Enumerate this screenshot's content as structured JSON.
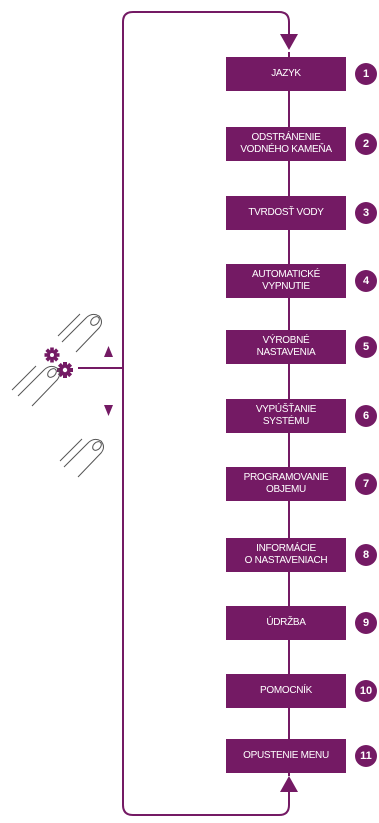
{
  "colors": {
    "accent": "#741a64",
    "line": "#741a64",
    "finger_outline": "#555555"
  },
  "menu": {
    "items": [
      {
        "label": "JAZYK",
        "number": "1"
      },
      {
        "label": "ODSTRÁNENIE\nVODNÉHO KAMEŇA",
        "number": "2"
      },
      {
        "label": "TVRDOSŤ VODY",
        "number": "3"
      },
      {
        "label": "AUTOMATICKÉ\nVYPNUTIE",
        "number": "4"
      },
      {
        "label": "VÝROBNÉ\nNASTAVENIA",
        "number": "5"
      },
      {
        "label": "VYPÚŠŤANIE\nSYSTÉMU",
        "number": "6"
      },
      {
        "label": "PROGRAMOVANIE\nOBJEMU",
        "number": "7"
      },
      {
        "label": "INFORMÁCIE\nO NASTAVENIACH",
        "number": "8"
      },
      {
        "label": "ÚDRŽBA",
        "number": "9"
      },
      {
        "label": "POMOCNÍK",
        "number": "10"
      },
      {
        "label": "OPUSTENIE MENU",
        "number": "11"
      }
    ]
  },
  "icons": {
    "settings": "gear-icon",
    "up": "triangle-up-icon",
    "down": "triangle-down-icon",
    "finger": "finger-press-icon"
  }
}
